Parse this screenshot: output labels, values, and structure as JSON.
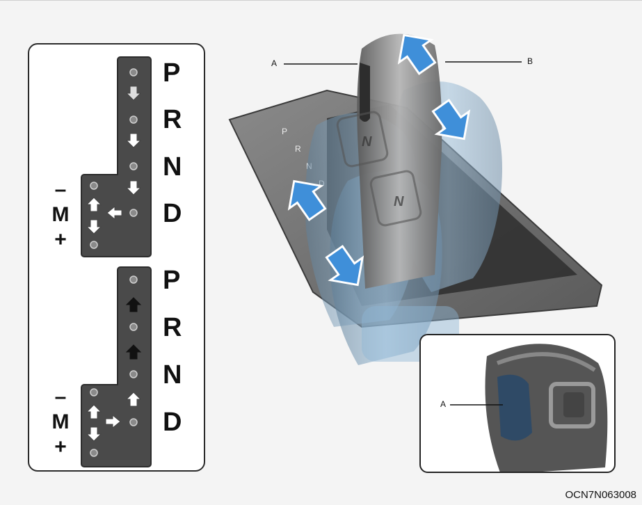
{
  "gate_top": {
    "gears": [
      "P",
      "R",
      "N",
      "D"
    ],
    "mode_minus": "–",
    "mode_m": "M",
    "mode_plus": "+"
  },
  "gate_bottom": {
    "gears": [
      "P",
      "R",
      "N",
      "D"
    ],
    "mode_minus": "–",
    "mode_m": "M",
    "mode_plus": "+"
  },
  "shifter": {
    "callout_a": "A",
    "callout_b": "B",
    "bezel_letters": [
      "P",
      "R",
      "N",
      "D"
    ]
  },
  "inset": {
    "callout_a": "A"
  },
  "figure_code": "OCN7N063008",
  "colors": {
    "gate_plate": "#4a4a4a",
    "arrow_blue": "#3f8fd9",
    "knob_tint": "#7fb0d6"
  }
}
